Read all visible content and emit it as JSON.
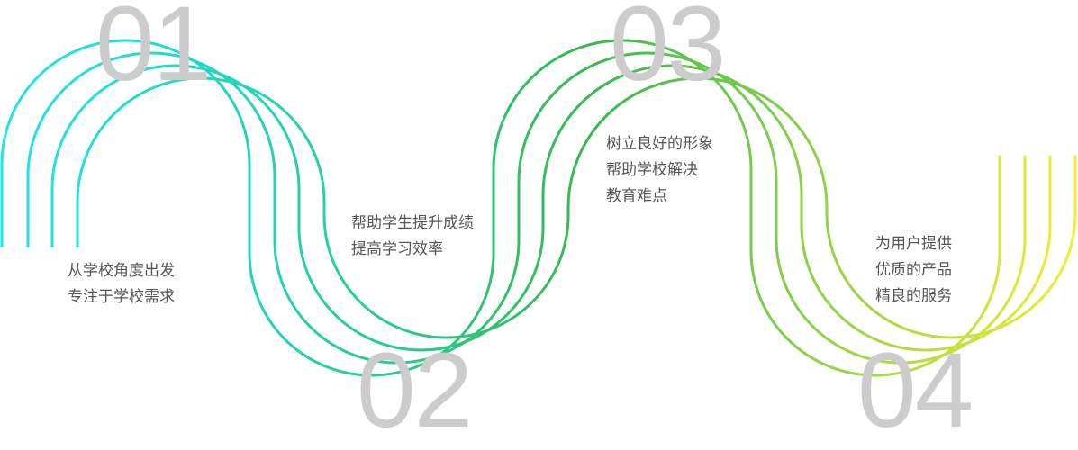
{
  "steps": [
    {
      "number": "01",
      "lines": [
        "从学校角度出发",
        "专注于学校需求"
      ]
    },
    {
      "number": "02",
      "lines": [
        "帮助学生提升成绩",
        "提高学习效率"
      ]
    },
    {
      "number": "03",
      "lines": [
        "树立良好的形象",
        "帮助学校解决",
        "教育难点"
      ]
    },
    {
      "number": "04",
      "lines": [
        "为用户提供",
        "优质的产品",
        "精良的服务"
      ]
    }
  ],
  "colors": {
    "gradient": [
      "#1ee6ec",
      "#22d3b6",
      "#2bc77a",
      "#37b94e",
      "#8bd14a",
      "#f2ee2e"
    ],
    "number": "#cccccc",
    "text": "#555555"
  }
}
